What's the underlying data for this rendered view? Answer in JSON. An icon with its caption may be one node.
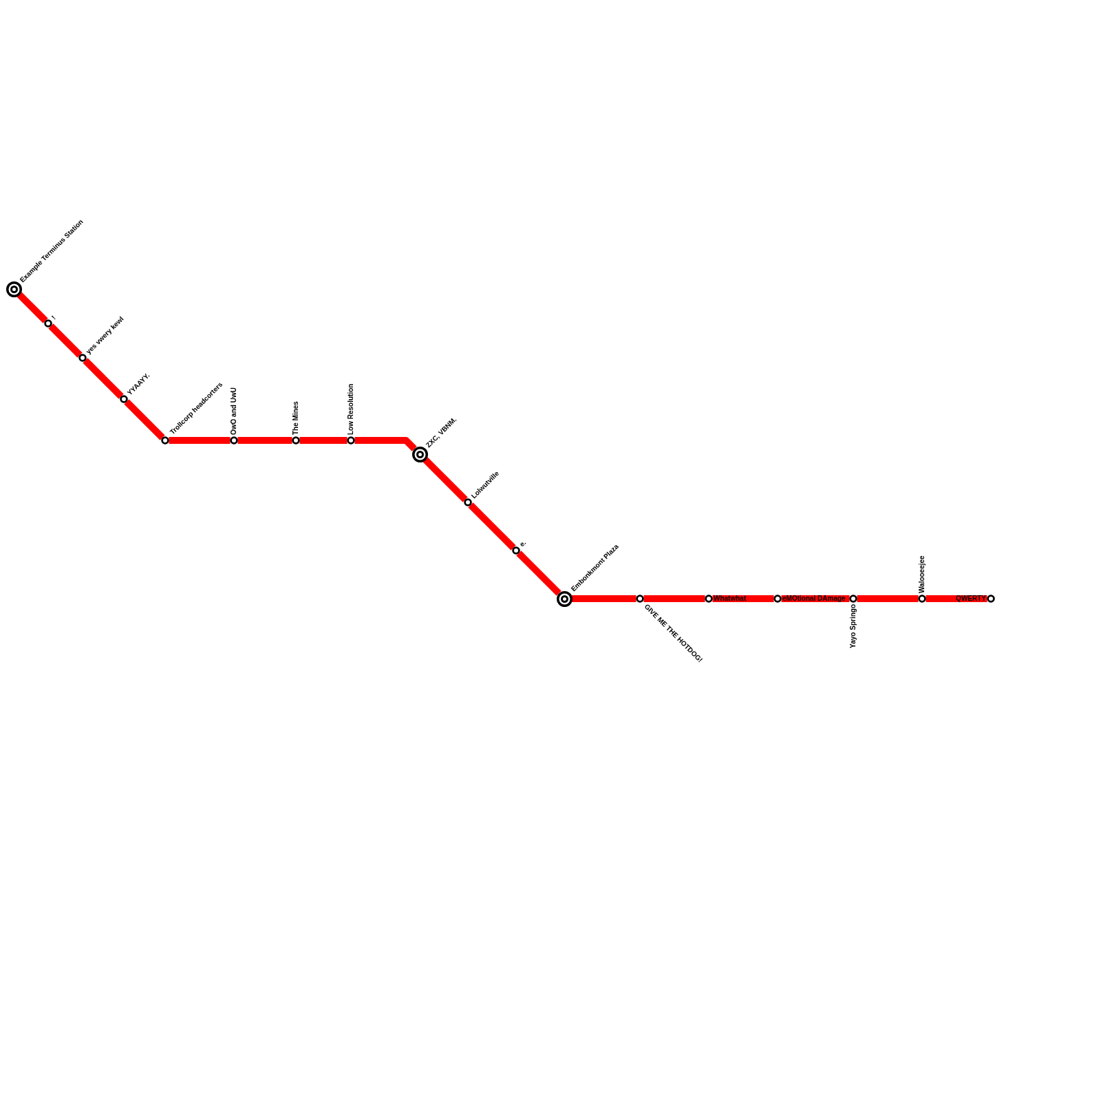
{
  "diagram": {
    "nodes": [
      {
        "text": [],
        "shape": "target",
        "beside": [
          "Example Terminus Station"
        ]
      },
      {
        "text": [],
        "shape": "circle",
        "beside": [
          "!"
        ]
      },
      {
        "text": [],
        "shape": "circle",
        "beside": [
          "yes vwery kewl"
        ]
      },
      {
        "text": [],
        "shape": "circle",
        "beside": [
          "YYAAYY."
        ]
      },
      {
        "text": [],
        "shape": "circle",
        "beside": [
          "Trollcorp headcorters"
        ]
      },
      {
        "text": [],
        "shape": "circle",
        "beside": [
          "OwO and UwU"
        ]
      },
      {
        "text": [],
        "shape": "circle",
        "beside": [
          "The Mines"
        ]
      },
      {
        "text": [],
        "shape": "circle",
        "beside": [
          "Low Resolution"
        ]
      },
      {
        "text": [],
        "shape": "target",
        "beside": [
          "ZXC, VBNM."
        ]
      },
      {
        "text": [],
        "shape": "circle",
        "beside": [
          "Lolwutville"
        ]
      },
      {
        "text": [],
        "shape": "circle",
        "beside": [
          "e."
        ]
      },
      {
        "text": [],
        "shape": "target",
        "beside": [
          "Embonkmont Plaza"
        ]
      },
      {
        "text": [],
        "shape": "circle",
        "beside": [
          "GIVE ME THE HOTDOG!"
        ]
      },
      {
        "text": [],
        "shape": "circle",
        "beside": [
          "Whatwhat"
        ]
      },
      {
        "text": [],
        "shape": "circle",
        "beside": [
          "eMOtional DAmage"
        ]
      },
      {
        "text": [],
        "shape": "circle",
        "beside": [
          "Yayo Springo"
        ]
      },
      {
        "text": [],
        "shape": "circle",
        "beside": [
          "Walooeejee"
        ]
      },
      {
        "text": [],
        "shape": "circle",
        "beside": [
          "QWERTY"
        ]
      }
    ],
    "edges": [
      {
        "from": 0,
        "to": 1,
        "arrow": "none"
      },
      {
        "from": 1,
        "to": 2,
        "arrow": "none"
      },
      {
        "from": 2,
        "to": 3,
        "arrow": "none"
      },
      {
        "from": 3,
        "to": 4,
        "arrow": "none"
      },
      {
        "from": 4,
        "to": 5,
        "arrow": "none"
      },
      {
        "from": 5,
        "to": 6,
        "arrow": "none"
      },
      {
        "from": 6,
        "to": 7,
        "arrow": "none"
      },
      {
        "from": 7,
        "to": 8,
        "arrow": "none"
      },
      {
        "from": 8,
        "to": 9,
        "arrow": "none"
      },
      {
        "from": 9,
        "to": 10,
        "arrow": "none"
      },
      {
        "from": 10,
        "to": 11,
        "arrow": "none"
      },
      {
        "from": 11,
        "to": 12,
        "arrow": "none"
      },
      {
        "from": 12,
        "to": 13,
        "arrow": "none"
      },
      {
        "from": 13,
        "to": 14,
        "arrow": "none"
      },
      {
        "from": 14,
        "to": 15,
        "arrow": "none"
      },
      {
        "from": 15,
        "to": 16,
        "arrow": "none"
      },
      {
        "from": 16,
        "to": 17,
        "arrow": "none"
      }
    ]
  }
}
